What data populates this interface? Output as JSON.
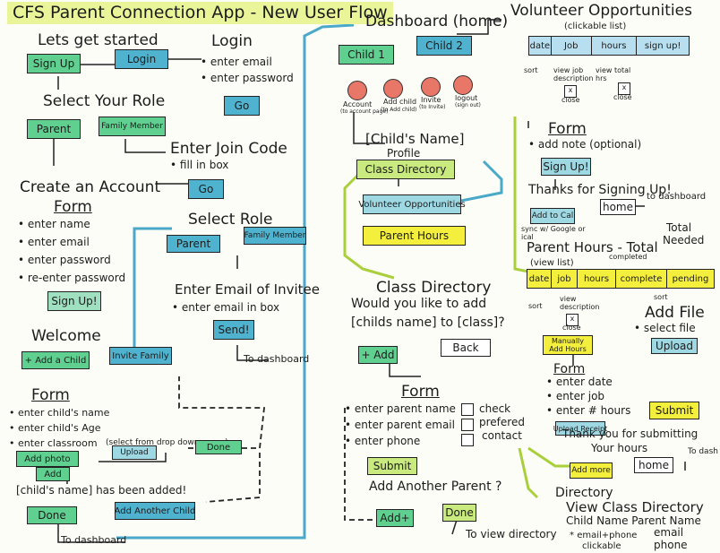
{
  "title": "CFS Parent Connection App - New User Flow",
  "left": {
    "lets_get_started": "Lets get started",
    "sign_up": "Sign Up",
    "login_btn": "Login",
    "login_title": "Login",
    "enter_email": "enter email",
    "enter_password": "enter password",
    "go": "Go",
    "select_role": "Select Your Role",
    "parent": "Parent",
    "family_member": "Family Member",
    "enter_join_code": "Enter Join Code",
    "fill_in_box": "fill in box",
    "go2": "Go",
    "create_account": "Create an Account",
    "form": "Form",
    "enter_name": "enter name",
    "enter_email2": "enter email",
    "enter_password2": "enter password",
    "reenter_password": "re-enter password",
    "sign_up2": "Sign Up!",
    "welcome": "Welcome",
    "add_a_child": "+ Add a Child",
    "invite_family": "Invite Family",
    "select_role2": "Select Role",
    "parent2": "Parent",
    "family_member2": "Family Member",
    "enter_email_invitee": "Enter Email of Invitee",
    "enter_email_in_box": "enter email in box",
    "send": "Send!",
    "to_dashboard": "To dashboard",
    "form2": "Form",
    "enter_childs_name": "enter child's name",
    "enter_childs_age": "enter child's Age",
    "enter_classroom": "enter classroom",
    "select_dropdown": "(select from drop down menu)",
    "add_photo": "Add photo",
    "upload": "Upload",
    "done": "Done",
    "add": "Add",
    "has_been_added": "[child's name] has been added!",
    "done2": "Done",
    "add_another_child": "Add Another Child",
    "to_dashboard2": "To dashboard"
  },
  "middle": {
    "dashboard": "Dashboard (home)",
    "child1": "Child 1",
    "child2": "Child 2",
    "account": "Account",
    "account_sub": "(to account page)",
    "add_child": "Add child",
    "add_child_sub": "(to Add child)",
    "invite": "Invite",
    "invite_sub": "(to Invite)",
    "logout": "logout",
    "logout_sub": "(sign out)",
    "child_profile": "[Child's Name]",
    "profile": "Profile",
    "class_directory": "Class Directory",
    "volunteer_opps": "Volunteer Opportunities",
    "parent_hours": "Parent Hours",
    "class_directory_title": "Class Directory",
    "would_you_like": "Would you like to add",
    "childs_name_to_class": "[childs name] to [class]?",
    "add": "+ Add",
    "back": "Back",
    "form": "Form",
    "enter_parent_name": "enter parent name",
    "enter_parent_email": "enter parent email",
    "enter_phone": "enter phone",
    "check": "check",
    "preferred": "prefered",
    "contact": "contact",
    "submit": "Submit",
    "add_another_parent": "Add Another Parent ?",
    "add2": "Add+",
    "done": "Done",
    "to_view_directory": "To view directory"
  },
  "right": {
    "volunteer_title": "Volunteer Opportunities",
    "clickable_list": "(clickable list)",
    "vol_cols": [
      "date",
      "Job",
      "hours",
      "sign up!"
    ],
    "sort": "sort",
    "view_job_desc": "view job description",
    "view_total_hrs": "view total hrs",
    "close": "close",
    "close2": "close",
    "form": "Form",
    "add_note": "add note (optional)",
    "sign_up": "Sign Up!",
    "thanks": "Thanks for Signing Up!",
    "add_to_cal": "Add to Cal",
    "sync_note": "sync w/ Google or ical",
    "home": "home",
    "to_dashboard": "to dashboard",
    "parent_hours_title": "Parent Hours - Total",
    "completed": "completed",
    "total_needed_1": "Total",
    "total_needed_2": "Needed",
    "view_list": "(view list)",
    "ph_cols": [
      "date",
      "job",
      "hours",
      "complete",
      "pending"
    ],
    "sort2": "sort",
    "view_description": "view description",
    "sort3": "sort",
    "close3": "close",
    "add_file": "Add File",
    "select_file": "select file",
    "upload": "Upload",
    "manually_add_hours": "Manually Add Hours",
    "form2": "Form",
    "enter_date": "enter date",
    "enter_job": "enter job",
    "enter_hours": "enter # hours",
    "upload_receipt": "Upload Receipt",
    "submit": "Submit",
    "thank_you_1": "Thank you for submitting",
    "thank_you_2": "Your hours",
    "add_more": "Add more",
    "home2": "home",
    "to_dash": "To dash",
    "directory": "Directory",
    "view_class_directory": "View Class Directory",
    "child_name_parent_name": "Child Name Parent Name",
    "email_phone": "email+phone",
    "clickable": "clickable",
    "email_lbl": "email",
    "phone_lbl": "phone"
  },
  "colors": {
    "green": "#5fd08f",
    "blue": "#4fb3cf",
    "yellow": "#f4ef3c",
    "pink": "#e97767",
    "lime": "#c9ea7e"
  }
}
